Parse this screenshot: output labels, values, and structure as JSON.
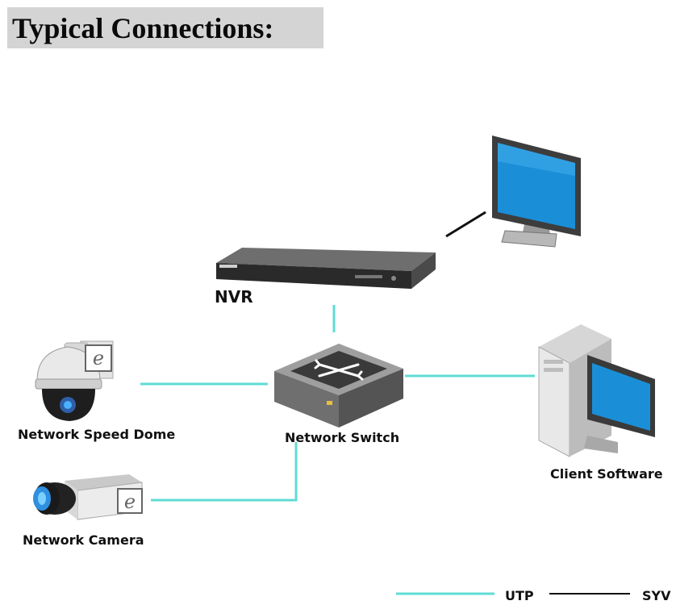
{
  "title": "Typical Connections:",
  "devices": {
    "nvr": "NVR",
    "speed_dome": "Network Speed Dome",
    "switch": "Network Switch",
    "client": "Client Software",
    "camera": "Network Camera"
  },
  "legend": {
    "utp": "UTP",
    "syv": "SYV"
  },
  "colors": {
    "utp_line": "#5fdcd4",
    "syv_line": "#111111",
    "monitor_screen": "#1a8fd8"
  }
}
